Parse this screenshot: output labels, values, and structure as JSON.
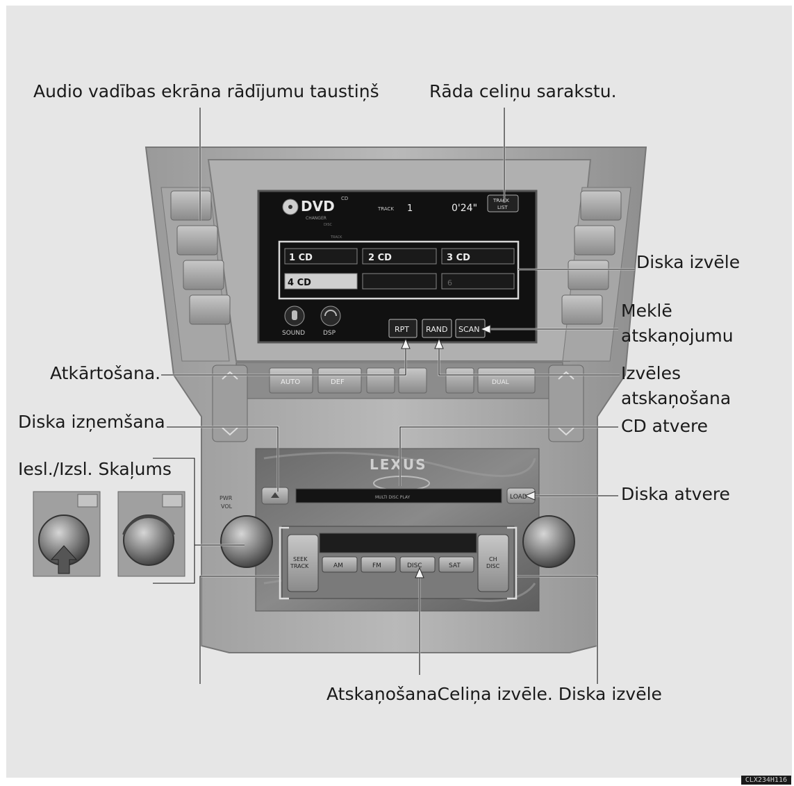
{
  "labels": {
    "audio_screen_button": "Audio vadības ekrāna rādījumu taustiņš",
    "track_list": "Rāda celiņu sarakstu.",
    "disc_select": "Diska izvēle",
    "scan_1": "Meklē",
    "scan_2": "atskaņojumu",
    "repeat": "Atkārtošana.",
    "random_1": "Izvēles",
    "random_2": "atskaņošana",
    "disc_eject": "Diska izņemšana",
    "cd_slot": "CD atvere",
    "power_volume": "Iesl./Izsl. Skaļums",
    "disc_slot": "Diska atvere",
    "bottom_caption": "AtskaņošanaCeliņa izvēle. Diska izvēle"
  },
  "screen": {
    "logo": "DVD",
    "logo_sub": "CHANGER",
    "cd_tag": "CD",
    "track_label": "TRACK",
    "track_number": "1",
    "time": "0'24\"",
    "track_list_1": "TRACK",
    "track_list_2": "LIST",
    "small_1": "DISC",
    "small_2": "TRACK",
    "discs": [
      "1 CD",
      "2 CD",
      "3 CD",
      "4 CD",
      "",
      "6"
    ],
    "sound": "SOUND",
    "dsp": "DSP",
    "rpt": "RPT",
    "rand": "RAND",
    "scan": "SCAN"
  },
  "console": {
    "brand": "LEXUS",
    "slot_text": "MULTI DISC PLAY",
    "load": "LOAD",
    "pwr_vol_1": "PWR",
    "pwr_vol_2": "VOL",
    "seek_1": "SEEK",
    "seek_2": "TRACK",
    "ch_1": "CH",
    "ch_2": "DISC",
    "am": "AM",
    "fm": "FM",
    "disc_btn": "DISC",
    "sat": "SAT",
    "climate_auto": "AUTO",
    "climate_def": "DEF",
    "climate_dual": "DUAL"
  },
  "figure_code": "CLX234H116",
  "colors": {
    "panel": "#e6e6e6",
    "screen": "#111111",
    "text": "#1a1a1a"
  }
}
